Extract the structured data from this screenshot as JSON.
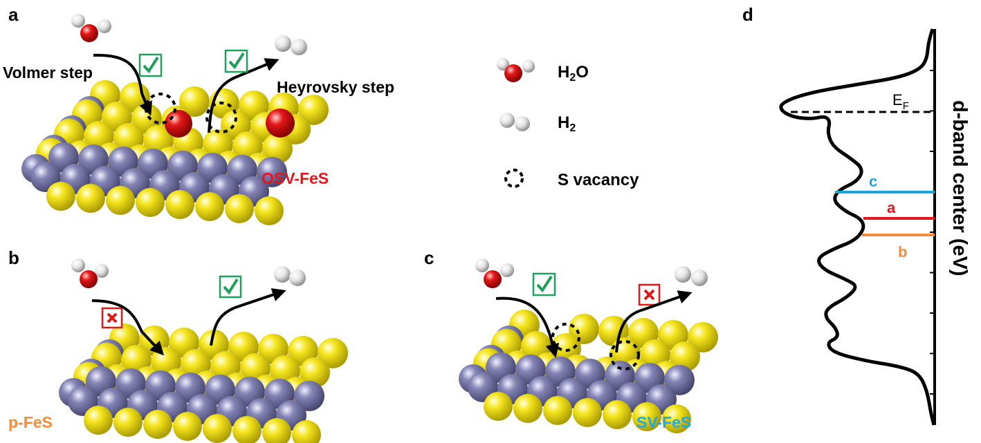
{
  "panels": {
    "a": {
      "letter": "a",
      "material": "OSV-FeS",
      "material_color": "#e8141c",
      "volmer_label": "Volmer step",
      "heyrovsky_label": "Heyrovsky step",
      "volmer_status": "check",
      "heyrovsky_status": "check"
    },
    "b": {
      "letter": "b",
      "material": "p-FeS",
      "material_color": "#f08c3c",
      "volmer_status": "cross",
      "heyrovsky_status": "check"
    },
    "c": {
      "letter": "c",
      "material": "SV-FeS",
      "material_color": "#22a9e0",
      "volmer_status": "check",
      "heyrovsky_status": "cross"
    },
    "d": {
      "letter": "d",
      "axis_label": "d-band center (eV)",
      "fermi_label": "E",
      "fermi_sub": "F",
      "levels": [
        {
          "label": "c",
          "color": "#1aa3e0"
        },
        {
          "label": "a",
          "color": "#e8141c"
        },
        {
          "label": "b",
          "color": "#f08c3c"
        }
      ]
    }
  },
  "legend": {
    "h2o": {
      "main": "H",
      "sub": "2",
      "tail": "O"
    },
    "h2": {
      "main": "H",
      "sub": "2"
    },
    "vacancy": "S vacancy"
  },
  "colors": {
    "sulfur": "#f2e21a",
    "iron": "#7e7ead",
    "oxygen": "#e01818",
    "hydrogen": "#e8e8e8",
    "check": "#1fa05a",
    "cross": "#e01818"
  }
}
